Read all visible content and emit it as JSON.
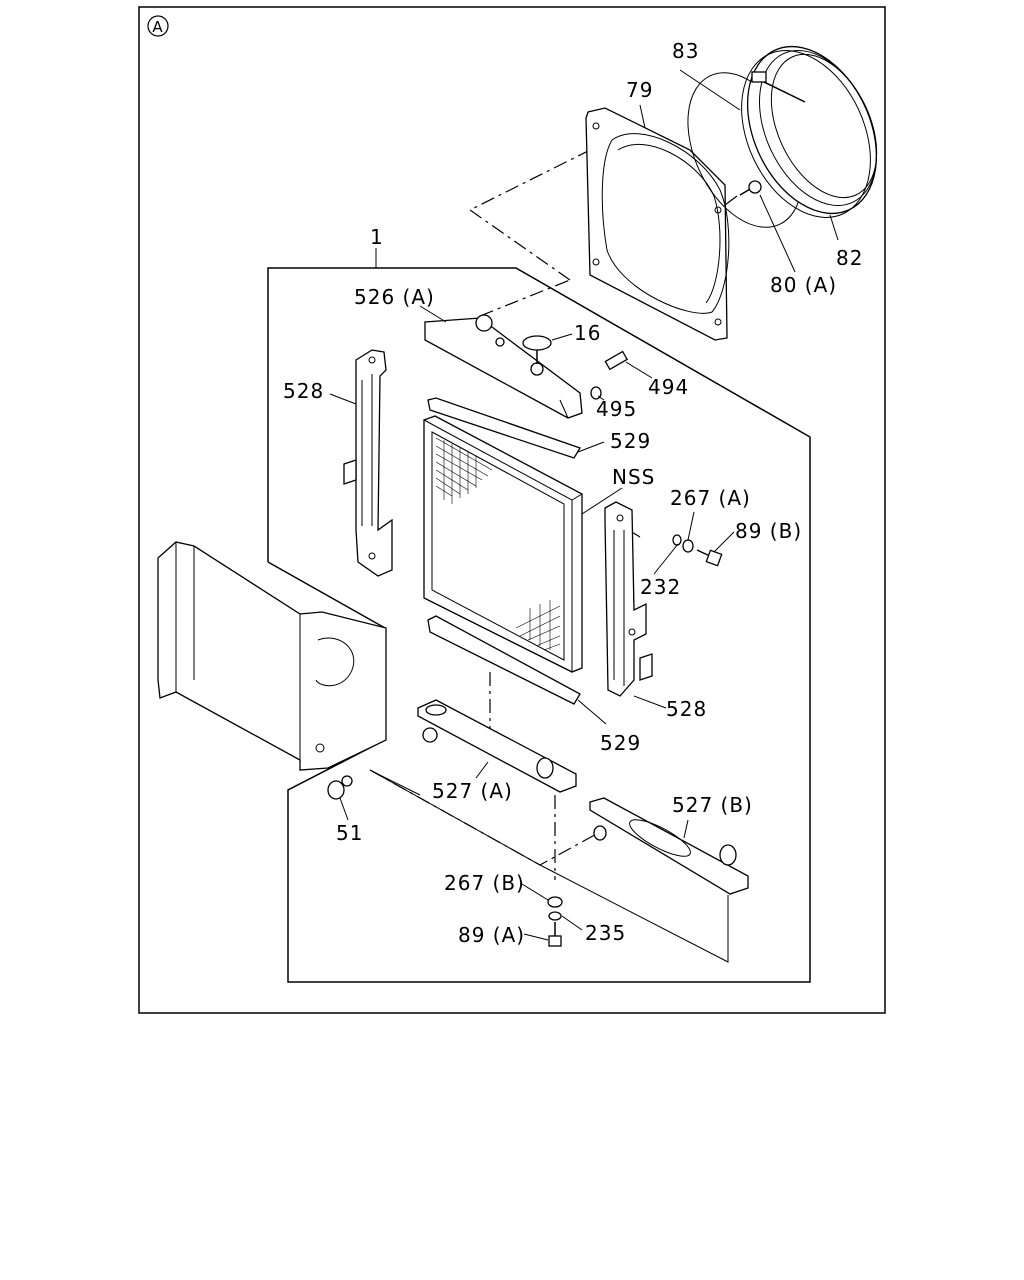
{
  "diagram": {
    "view_marker": "A",
    "labels": {
      "p83": "83",
      "p79": "79",
      "p82": "82",
      "p80a": "80 (A)",
      "p1": "1",
      "p526a": "526 (A)",
      "p16": "16",
      "p494": "494",
      "p495": "495",
      "p528_left": "528",
      "p529_top": "529",
      "nss": "NSS",
      "p267a": "267 (A)",
      "p89b": "89 (B)",
      "p232": "232",
      "p528_right": "528",
      "p529_bottom": "529",
      "p527a": "527 (A)",
      "p527b": "527 (B)",
      "p51": "51",
      "p267b": "267 (B)",
      "p235": "235",
      "p89a": "89 (A)"
    }
  }
}
